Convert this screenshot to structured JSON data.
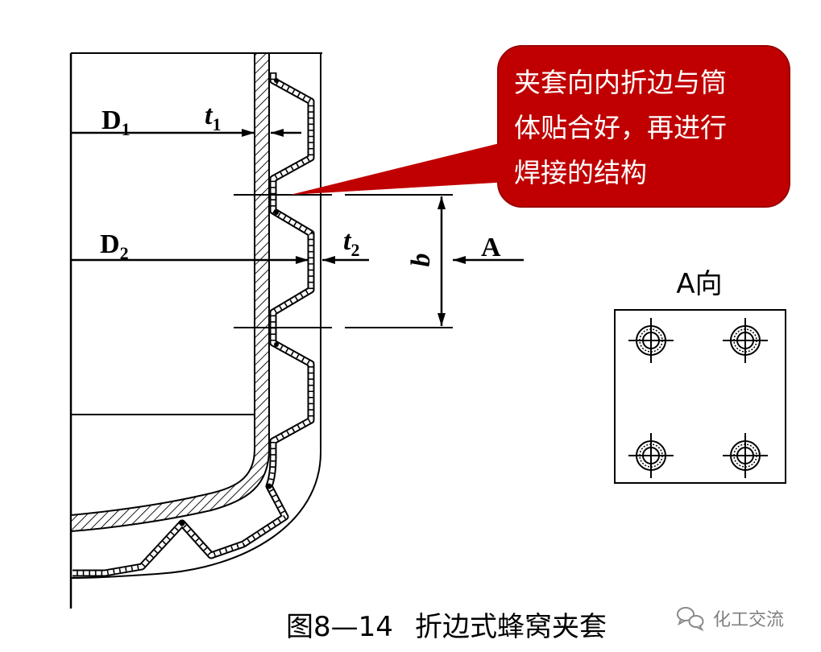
{
  "figure": {
    "labels": {
      "d1": {
        "main": "D",
        "sub": "1"
      },
      "t1": {
        "main": "t",
        "sub": "1"
      },
      "d2": {
        "main": "D",
        "sub": "2"
      },
      "t2": {
        "main": "t",
        "sub": "2"
      },
      "b": "b",
      "view_arrow": "A"
    },
    "callout": {
      "lines": [
        "夹套向内折边与筒",
        "体贴合好，再进行",
        "焊接的结构"
      ]
    },
    "view_a": {
      "title": "A向",
      "symbol_icon": "crosshair-circle-icon"
    },
    "caption": {
      "number": "图8—14",
      "title": "折边式蜂窝夹套"
    }
  },
  "watermark": {
    "icon": "wechat-icon",
    "text": "化工交流"
  },
  "colors": {
    "line": "#000000",
    "callout_fill": "#c00000",
    "callout_text": "#ffffff",
    "watermark_text": "#7f7f7f"
  }
}
